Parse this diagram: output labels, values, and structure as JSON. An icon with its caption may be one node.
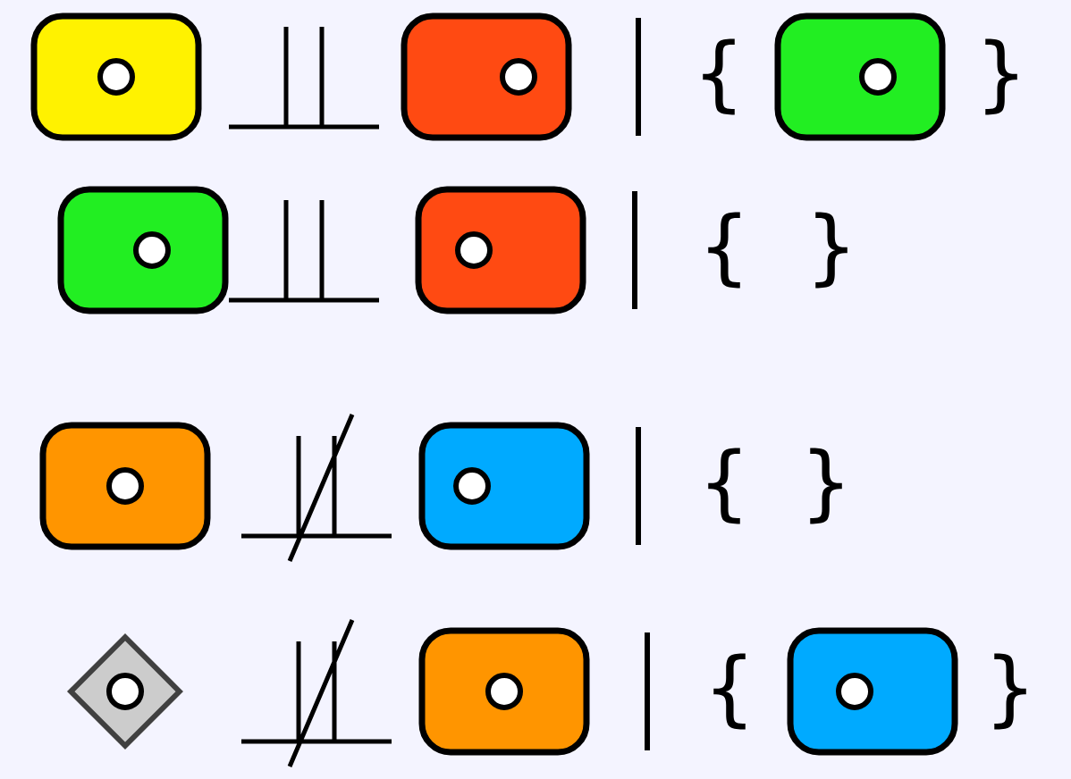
{
  "diagram": {
    "nodes": [
      {
        "text": [],
        "shape": "box"
      },
      {
        "text": [],
        "shape": "box"
      },
      {
        "text": [],
        "shape": "box"
      },
      {
        "text": [],
        "shape": "box"
      },
      {
        "text": [],
        "shape": "box"
      },
      {
        "text": [],
        "shape": "box"
      },
      {
        "text": [],
        "shape": "box"
      },
      {
        "text": [],
        "shape": "diamond"
      },
      {
        "text": [],
        "shape": "box"
      },
      {
        "text": [],
        "shape": "box"
      }
    ],
    "labels": [
      "{",
      "}",
      "{",
      "}",
      "{",
      "}",
      "{",
      "}"
    ]
  }
}
